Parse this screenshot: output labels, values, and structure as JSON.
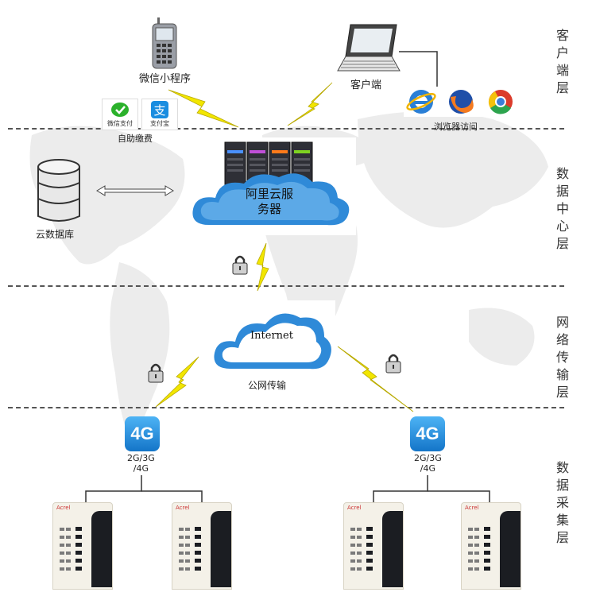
{
  "layers": {
    "client": [
      "客",
      "户",
      "端",
      "层"
    ],
    "datacenter": [
      "数",
      "据",
      "中",
      "心",
      "层"
    ],
    "network": [
      "网",
      "络",
      "传",
      "输",
      "层"
    ],
    "collection": [
      "数",
      "据",
      "采",
      "集",
      "层"
    ]
  },
  "client": {
    "wechat_label": "微信小程序",
    "pc_label": "客户端",
    "browser_label": "浏览器访问",
    "selfpay_label": "自助缴费",
    "wechat_pay": "微信支付",
    "alipay": "支付宝"
  },
  "datacenter": {
    "server_label_line1": "阿里云服",
    "server_label_line2": "务器",
    "db_label": "云数据库"
  },
  "network": {
    "cloud_label": "Internet",
    "caption": "公网传输"
  },
  "collection": {
    "g4_text": "4G",
    "signal_line1": "2G/3G",
    "signal_line2": "/4G",
    "meter_brand": "Acrel"
  },
  "colors": {
    "lightning": "#f2e600",
    "cloud": "#2f8ad8",
    "dashed_line": "#555555"
  }
}
